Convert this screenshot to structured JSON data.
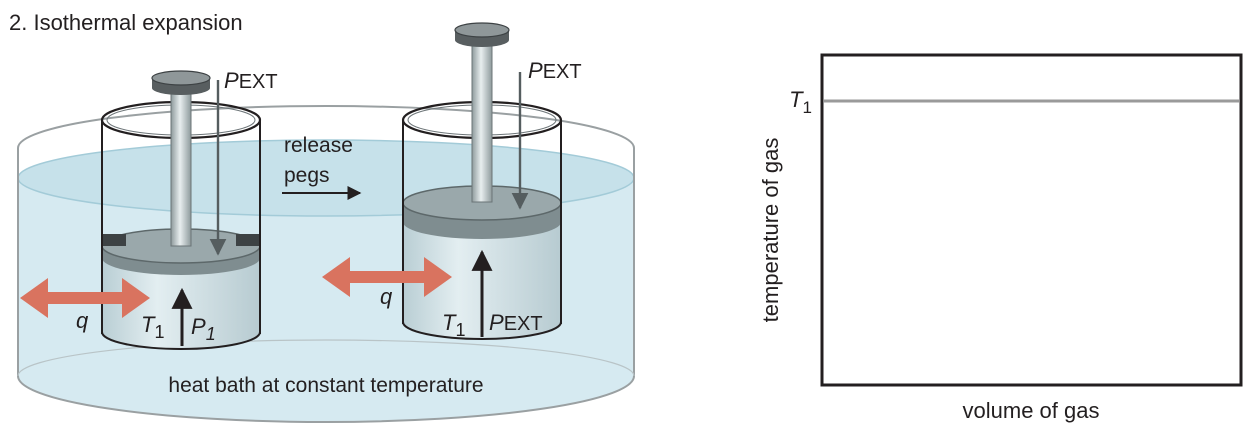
{
  "title": "2. Isothermal expansion",
  "labels": {
    "pext": "P",
    "pext_sub": "EXT",
    "release": "release",
    "pegs": "pegs",
    "q": "q",
    "t": "T",
    "t_sub": "1",
    "p1": "P",
    "p1_sub": "1",
    "heat_bath": "heat bath at constant temperature"
  },
  "chart": {
    "ylabel": "temperature of gas",
    "xlabel": "volume of gas",
    "line_label": "T",
    "line_label_sub": "1"
  },
  "chart_data": {
    "type": "line",
    "title": "",
    "xlabel": "volume of gas",
    "ylabel": "temperature of gas",
    "series": [
      {
        "name": "",
        "x": [
          0,
          1
        ],
        "y": [
          1,
          1
        ]
      }
    ],
    "y_ticks": [
      "T1"
    ],
    "grid": false
  },
  "colors": {
    "water": "#d3e9f0",
    "water_edge": "#a9cfdb",
    "gas": "#c4d7dc",
    "piston": "#8e9ea1",
    "arrow_heat": "#d9735f",
    "stroke": "#231f20",
    "line": "#9a9a9a"
  }
}
